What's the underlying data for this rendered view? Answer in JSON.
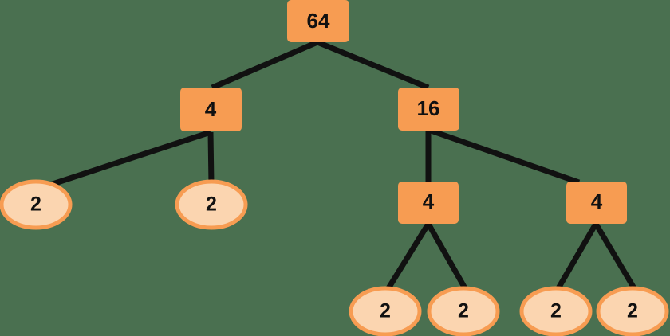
{
  "diagram": {
    "title": "factor-tree",
    "background_color": "#4a7050",
    "internal_node_fill": "#f79c52",
    "leaf_node_fill": "#fbd5b0",
    "leaf_node_stroke": "#f79c52",
    "edge_color": "#111111",
    "label_color": "#111111"
  },
  "nodes": {
    "root": {
      "label": "64",
      "shape": "rect"
    },
    "left_branch": {
      "label": "4",
      "shape": "rect"
    },
    "right_branch": {
      "label": "16",
      "shape": "rect"
    },
    "left_leaf_1": {
      "label": "2",
      "shape": "ellipse"
    },
    "left_leaf_2": {
      "label": "2",
      "shape": "ellipse"
    },
    "right_sub_left": {
      "label": "4",
      "shape": "rect"
    },
    "right_sub_right": {
      "label": "4",
      "shape": "rect"
    },
    "right_sub_left_leaf_1": {
      "label": "2",
      "shape": "ellipse"
    },
    "right_sub_left_leaf_2": {
      "label": "2",
      "shape": "ellipse"
    },
    "right_sub_right_leaf_1": {
      "label": "2",
      "shape": "ellipse"
    },
    "right_sub_right_leaf_2": {
      "label": "2",
      "shape": "ellipse"
    }
  }
}
